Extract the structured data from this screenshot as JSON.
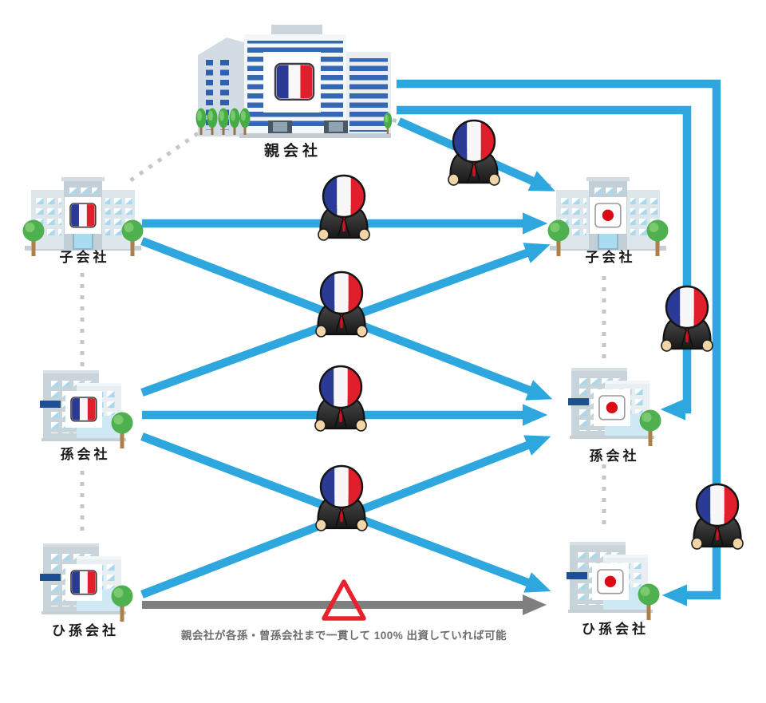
{
  "diagram": {
    "title": "corporate-investment-structure-diagram",
    "nodes": {
      "parent": {
        "label": "親会社",
        "flag": "france"
      },
      "left_child": {
        "label": "子会社",
        "flag": "france"
      },
      "left_grandchild": {
        "label": "孫会社",
        "flag": "france"
      },
      "left_great_grandchild": {
        "label": "ひ孫会社",
        "flag": "france"
      },
      "right_child": {
        "label": "子会社",
        "flag": "japan"
      },
      "right_grandchild": {
        "label": "孫会社",
        "flag": "japan"
      },
      "right_great_grandchild": {
        "label": "ひ孫会社",
        "flag": "japan"
      }
    },
    "caption": "親会社が各孫・曾孫会社まで一貫して 100% 出資していれば可能",
    "icons": {
      "businessman": "businessman-french-flag-head-icon",
      "parent_building": "skyscraper-office-icon",
      "child_building": "office-building-icon",
      "grandchild_building": "small-office-building-icon",
      "france_flag": "france-flag-icon",
      "japan_flag": "japan-flag-icon",
      "tree": "tree-icon",
      "warning_triangle": "red-triangle-warning-icon"
    },
    "colors": {
      "arrow_blue": "#2EA7DF",
      "arrow_gray": "#7F7F7F",
      "dotted_gray": "#C6C6C6",
      "triangle_red": "#E8212E",
      "label_black": "#1A1A1A",
      "caption_gray": "#6E6E6E",
      "france_blue": "#2A3A95",
      "france_red": "#E11F2C",
      "japan_red": "#DC0A14",
      "window_blue": "#3468B4"
    }
  }
}
